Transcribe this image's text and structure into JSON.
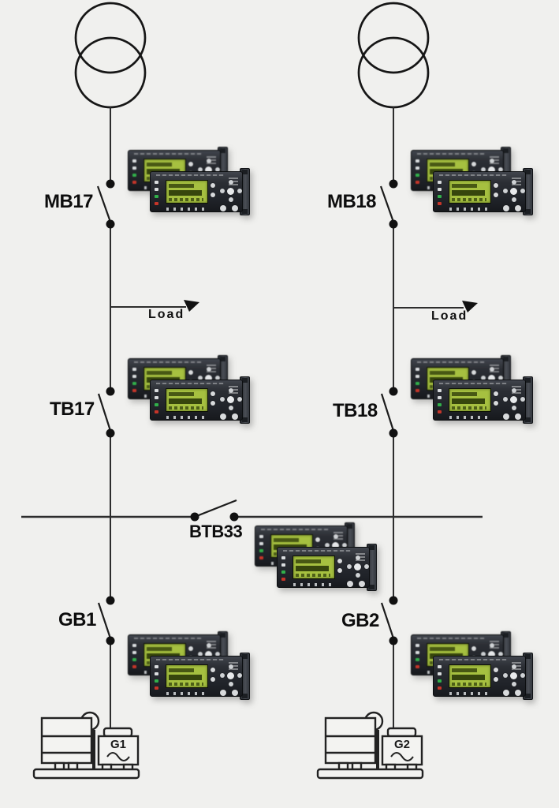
{
  "diagram": {
    "type": "power-single-line-diagram",
    "colors": {
      "background": "#f0f0ee",
      "line": "#2d2d2d",
      "controller_body": "#26292f",
      "controller_screen": "#a6c040",
      "led_green": "#31b04a",
      "led_red": "#c63529"
    },
    "feeders": [
      {
        "side": "left",
        "transformer_icon": "transformer-icon",
        "mains_breaker_label": "MB17",
        "load_label": "Load",
        "tie_breaker_label": "TB17",
        "generator_breaker_label": "GB1",
        "generator_label": "G1"
      },
      {
        "side": "right",
        "transformer_icon": "transformer-icon",
        "mains_breaker_label": "MB18",
        "load_label": "Load",
        "tie_breaker_label": "TB18",
        "generator_breaker_label": "GB2",
        "generator_label": "G2"
      }
    ],
    "bus_tie": {
      "breaker_label": "BTB33"
    }
  }
}
